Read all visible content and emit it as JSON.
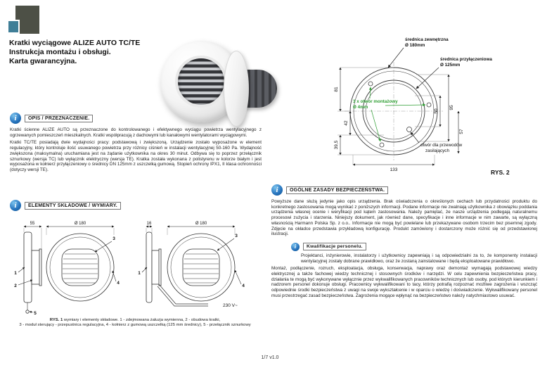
{
  "icons": {
    "info": "i"
  },
  "header": {
    "title1": "Kratki wyciągowe ALIZE AUTO TC/TE",
    "title2": "Instrukcja montażu i obsługi.",
    "title3": "Karta gwarancyjna."
  },
  "opis": {
    "heading": "OPIS / PRZEZNACZENIE.",
    "p1": "Kratki ścienne ALIZE AUTO są przeznaczone do kontrolowanego i efektywnego wyciągu powietrza wentylacyjnego z ogrzewanych pomieszczeń mieszkalnych. Kratki współpracują z dachowymi lub kanałowymi wentylatorami wyciągowymi.",
    "p2": "Kratki TC/TE posiadają dwie wydajności pracy: podstawową i zwiększoną. Urządzenie zostało wyposażone w element regulacyjny, który kontroluje ilość usuwanego powietrza przy różnicy ciśnień w instalacji wentylacyjnej 50-160 Pa. Wydajność zwiększona (maksymalna) uruchamiana jest na żądanie użytkownika na okres 30 minut. Odbywa się to poprzez przełącznik sznurkowy (wersja TC) lub wyłącznik elektryczny (wersja TE). Kratka została wykonana z polistyrenu w kolorze białym i jest wyposażona w kołnierz przyłączeniowy o średnicy DN 125mm z uszczelką gumową. Stopień ochrony IPX1, II klasa ochronności (dotyczy wersji TE)."
  },
  "elementy": {
    "heading": "ELEMENTY SKŁADOWE / WYMIARY.",
    "caption_bold": "RYS. 1",
    "caption1": "  wymiary i elementy składowe. 1 - zdejmowana żaluzja wymienna, 2 - obudowa kratki,",
    "caption2": "3 - moduł sterujący - przepustnica regulacyjna, 4 - kołnierz z gumową uszczelką (125 mm średnicy), 5 - przełącznik sznurkowy"
  },
  "zasady": {
    "heading": "OGÓLNE ZASADY BEZPIECZEŃSTWA.",
    "p1": "Powyższe dane służą jedynie jako opis urządzenia. Brak oświadczenia o określonych cechach lub przydatności produktu do konkretnego zastosowania mogą wynikać z poniższych informacji. Podane informacje nie zwalniają użytkownika z obowiązku poddania urządzenia własnej ocenie i weryfikacji pod kątem zastosowania. Należy pamiętać, że nasze urządzenia podlegają naturalnemu procesowi zużycia i starzenia. Niniejszy dokument, jak również dane, specyfikacje i inne informacje w nim zawarte, są wyłączną własnością Harmann Polska Sp. z o.o.. Informacje nie mogą być powielane lub przekazywane osobom trzecim bez pisemnej zgody. Zdjęcie na okładce przedstawia przykładową konfigurację. Produkt zamówiony i dostarczony może różnić się od przedstawionej ilustracji."
  },
  "kwalifikacje": {
    "heading": "Kwalifikacje personelu.",
    "p1": "Projektanci, inżynierowie, instalatorzy i użytkownicy zapewniają i są odpowiedzialni za to, że komponenty instalacji wentylacyjnej zostały dobrane prawidłowo, oraz że zostaną zainstalowane i będą eksploatowane prawidłowo.",
    "p2": "Montaż, podłączenie, rozruch, eksploatacja, obsługa, konserwacja, naprawy oraz demontaż wymagają podstawowej wiedzy elektrycznej a także fachowej wiedzy technicznej i stosownych środków i narzędzi. W celu zapewnienia bezpieczeństwa pracy, działania te mogą być wykonywane wyłącznie przez wykwalifikowanych pracowników technicznych lub osoby, pod których kierunkiem i nadzorem personel dokonuje obsługi. Pracownicy wykwalifikowani to tacy, którzy potrafią rozpoznać możliwe zagrożenia i wszcząć odpowiednie środki bezpieczeństwa z uwagi na swoje wykształcenie i w oparciu o wiedzę i doświadczenie. Wykwalifikowany personel musi przestrzegać zasad bezpieczeństwa. Zagrożenia mogące wpłynąć na bezpieczeństwo należy natychmiastowo usuwać."
  },
  "rys2": {
    "label": "RYS. 2",
    "outer1": "średnica zewnętrzna",
    "outer2": "Ø 180mm",
    "conn1": "średnica przyłączeniowa",
    "conn2": "Ø 125mm",
    "mount1": "3 x otwór montażowy",
    "mount2": "Ø 4mm",
    "cable1": "otwór dla przewodów",
    "cable2": "zasilających",
    "dim_81": "81",
    "dim_42": "42",
    "dim_395": "39,5",
    "dim_50": "50",
    "dim_95": "95",
    "dim_57": "57",
    "dim_133": "133"
  },
  "rys1": {
    "dim_55": "55",
    "dim_16": "16",
    "dim_180a": "Ø 180",
    "dim_180b": "Ø 180",
    "volt": "230 V~",
    "n1": "1",
    "n2": "2",
    "n3": "3",
    "n4": "4",
    "n5": "5",
    "m1": "1",
    "m3": "3",
    "m4": "4"
  },
  "footer": {
    "page": "1/7 v1.0"
  },
  "colors": {
    "accent_blue": "#0e5aa7",
    "accent_green": "#2f9e33",
    "logo_dark": "#4d5046",
    "logo_teal": "#3f7e97"
  }
}
